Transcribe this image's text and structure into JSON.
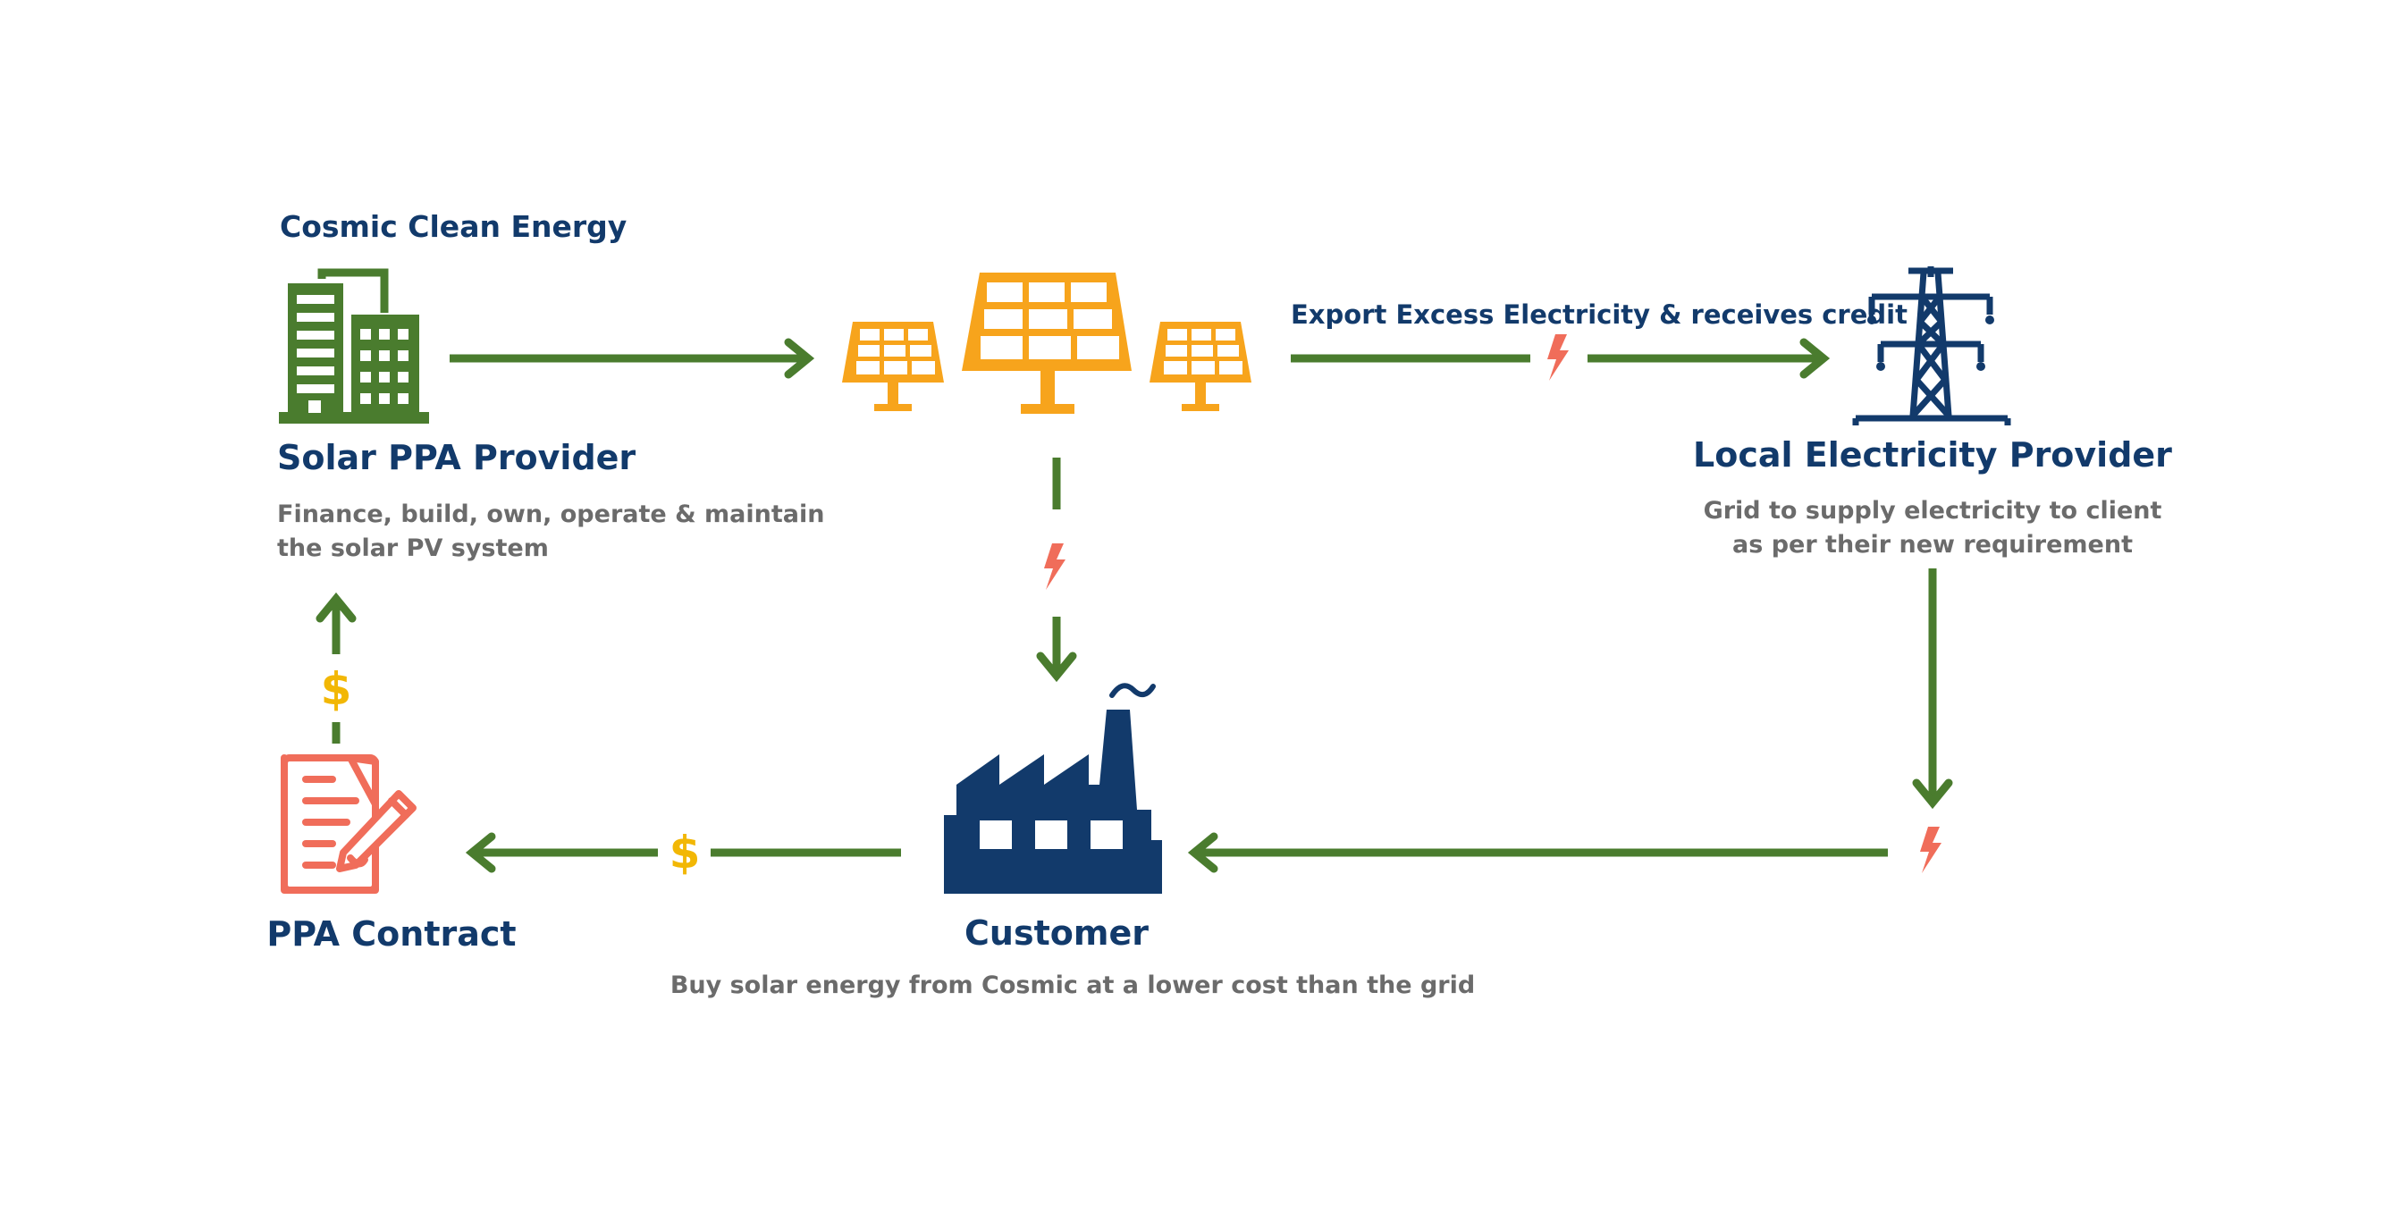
{
  "colors": {
    "navy": "#123a6b",
    "green": "#4a7c2e",
    "orange": "#f7a41c",
    "coral": "#f06d5a",
    "gold": "#f2b705",
    "gray": "#6b6b6b"
  },
  "company": {
    "label": "Cosmic Clean Energy"
  },
  "provider": {
    "title": "Solar PPA Provider",
    "desc_line1": "Finance, build, own, operate & maintain",
    "desc_line2": "the solar PV system",
    "icon": "office-building-icon"
  },
  "solar": {
    "icon": "solar-panels-icon"
  },
  "export": {
    "label": "Export Excess Electricity & receives credit"
  },
  "utility": {
    "title": "Local Electricity Provider",
    "desc_line1": "Grid to supply electricity to client",
    "desc_line2": "as per their new requirement",
    "icon": "transmission-tower-icon"
  },
  "customer": {
    "title": "Customer",
    "desc": "Buy solar energy from Cosmic at a lower cost than the grid",
    "icon": "factory-icon"
  },
  "contract": {
    "title": "PPA Contract",
    "icon": "contract-document-icon"
  },
  "symbols": {
    "currency": "$"
  }
}
